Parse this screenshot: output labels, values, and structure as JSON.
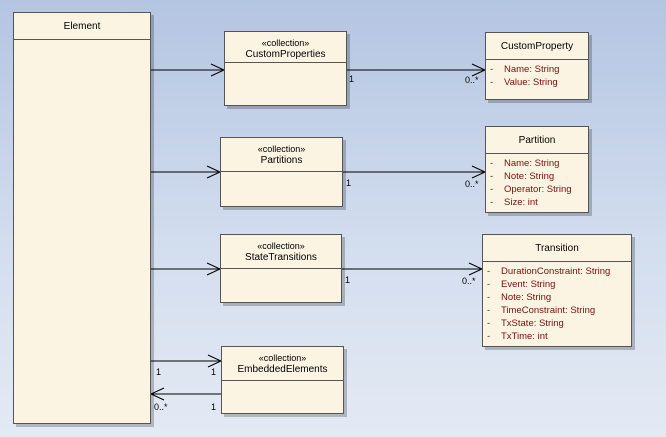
{
  "classes": {
    "element": {
      "name": "Element"
    },
    "custom_properties": {
      "stereotype": "«collection»",
      "name": "CustomProperties"
    },
    "partitions": {
      "stereotype": "«collection»",
      "name": "Partitions"
    },
    "state_transitions": {
      "stereotype": "«collection»",
      "name": "StateTransitions"
    },
    "embedded_elements": {
      "stereotype": "«collection»",
      "name": "EmbeddedElements"
    },
    "custom_property": {
      "name": "CustomProperty",
      "attributes": [
        {
          "visibility": "-",
          "text": "Name:  String"
        },
        {
          "visibility": "-",
          "text": "Value:  String"
        }
      ]
    },
    "partition": {
      "name": "Partition",
      "attributes": [
        {
          "visibility": "-",
          "text": "Name:  String"
        },
        {
          "visibility": "-",
          "text": "Note:  String"
        },
        {
          "visibility": "-",
          "text": "Operator:  String"
        },
        {
          "visibility": "-",
          "text": "Size:  int"
        }
      ]
    },
    "transition": {
      "name": "Transition",
      "attributes": [
        {
          "visibility": "-",
          "text": "DurationConstraint:  String"
        },
        {
          "visibility": "-",
          "text": "Event:  String"
        },
        {
          "visibility": "-",
          "text": "Note:  String"
        },
        {
          "visibility": "-",
          "text": "TimeConstraint:  String"
        },
        {
          "visibility": "-",
          "text": "TxState:  String"
        },
        {
          "visibility": "-",
          "text": "TxTime:  int"
        }
      ]
    }
  },
  "multiplicities": {
    "cp_to_cprop_source": "1",
    "cp_to_cprop_target": "0..*",
    "part_to_partition_source": "1",
    "part_to_partition_target": "0..*",
    "st_to_transition_source": "1",
    "st_to_transition_target": "0..*",
    "element_to_embedded_source": "1",
    "element_to_embedded_target": "1",
    "embedded_to_element_source": "1",
    "embedded_to_element_target": "0..*"
  },
  "colors": {
    "class_fill": "#fbf4e2",
    "attribute_text": "#7a0e0e",
    "background_top": "#b4c5e2",
    "background_bottom": "#e4eaf4"
  }
}
